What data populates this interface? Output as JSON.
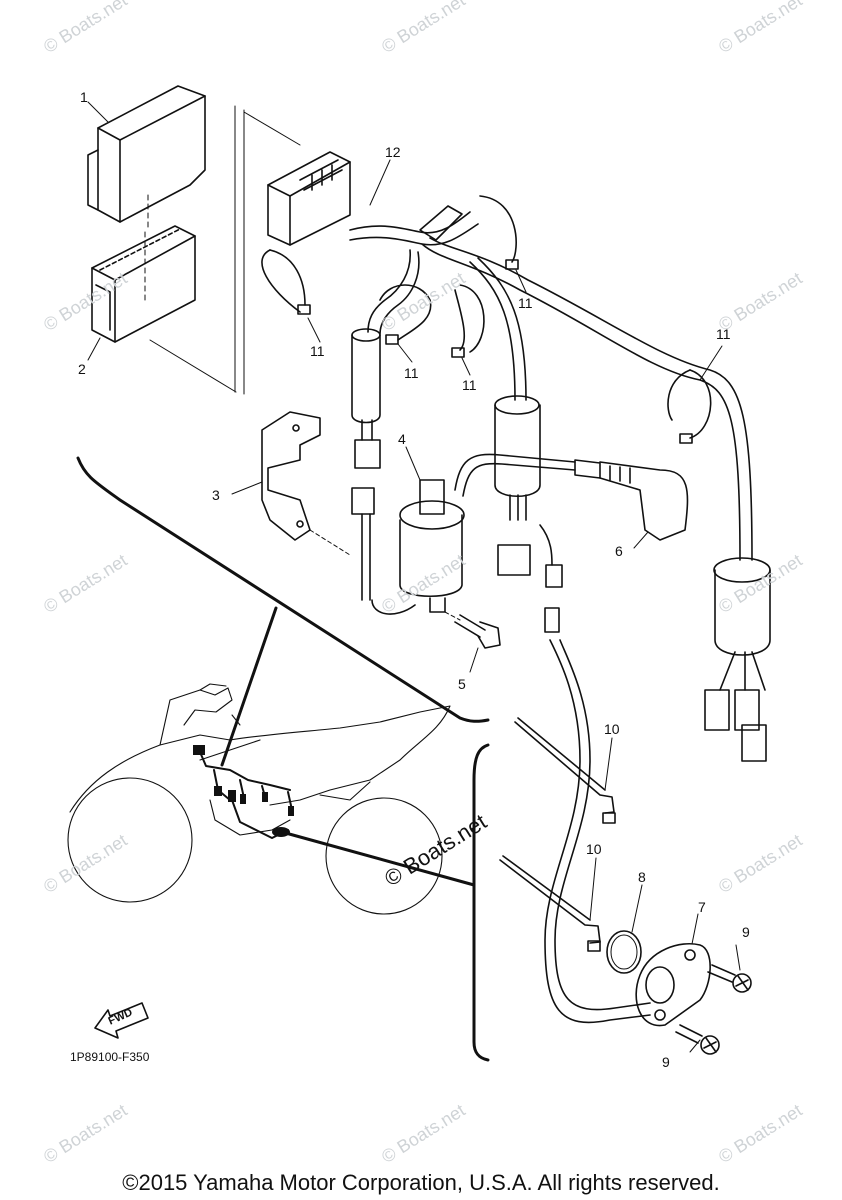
{
  "callouts": [
    "1",
    "2",
    "3",
    "4",
    "5",
    "6",
    "7",
    "8",
    "9",
    "9",
    "10",
    "10",
    "11",
    "11",
    "11",
    "11",
    "11",
    "12"
  ],
  "part_code": "1P89100-F350",
  "fwd_label": "FWD",
  "center_watermark": "© Boats.net",
  "watermark": "© Boats.net",
  "copyright": "©2015 Yamaha Motor Corporation, U.S.A. All rights reserved."
}
